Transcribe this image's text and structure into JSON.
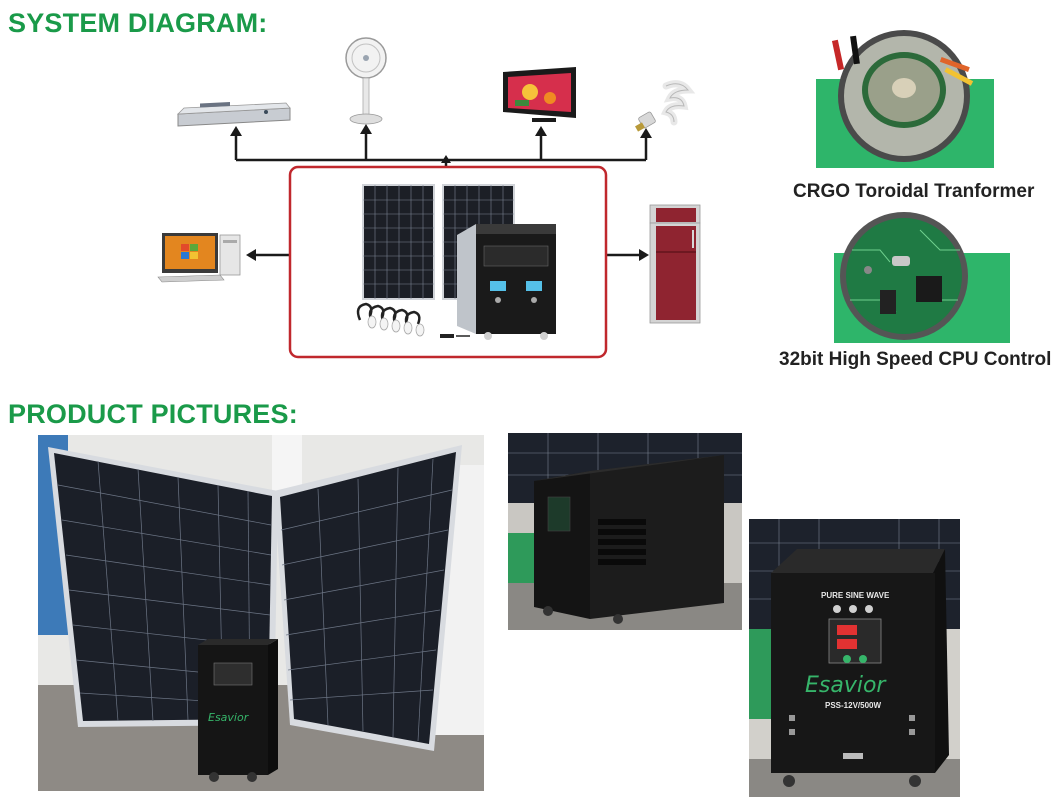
{
  "headings": {
    "system": "SYSTEM DIAGRAM:",
    "product": "PRODUCT PICTURES:"
  },
  "components": {
    "transformer_caption": "CRGO Toroidal Tranformer",
    "cpu_caption": "32bit High Speed CPU Control"
  },
  "unit_labels": {
    "brand": "Esavior",
    "front_text": "PURE SINE WAVE",
    "model": "PSS-12V/500W"
  },
  "colors": {
    "heading": "#1a9a49",
    "system_box_border": "#c0282d",
    "line": "#1a1a1a"
  },
  "icons": [
    "dvd-player-icon",
    "fan-icon",
    "tv-icon",
    "cfl-bulb-icon",
    "computer-icon",
    "refrigerator-icon",
    "solar-panel-icon",
    "inverter-icon",
    "lamp-set-icon"
  ]
}
